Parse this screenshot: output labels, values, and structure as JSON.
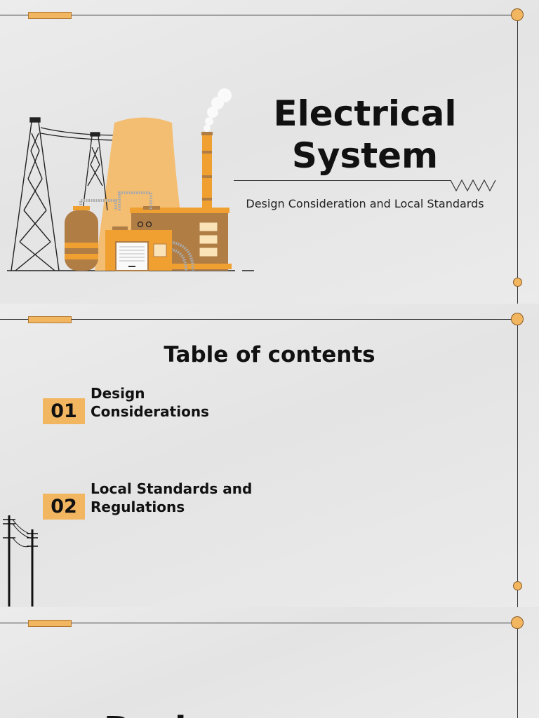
{
  "slide1": {
    "title": "Electrical System",
    "subtitle": "Design Consideration and Local Standards"
  },
  "slide2": {
    "heading": "Table of contents",
    "items": [
      {
        "number": "01",
        "label": "Design Considerations"
      },
      {
        "number": "02",
        "label": "Local Standards and Regulations"
      }
    ]
  },
  "slide3": {
    "heading": "Design"
  },
  "colors": {
    "accent": "#f2b661",
    "accent_dark": "#b07830",
    "brown": "#b07d45",
    "orange": "#f0a030",
    "line": "#333333"
  },
  "icons": [
    "power-plant-illustration",
    "transmission-tower-icon",
    "utility-pole-icon"
  ]
}
